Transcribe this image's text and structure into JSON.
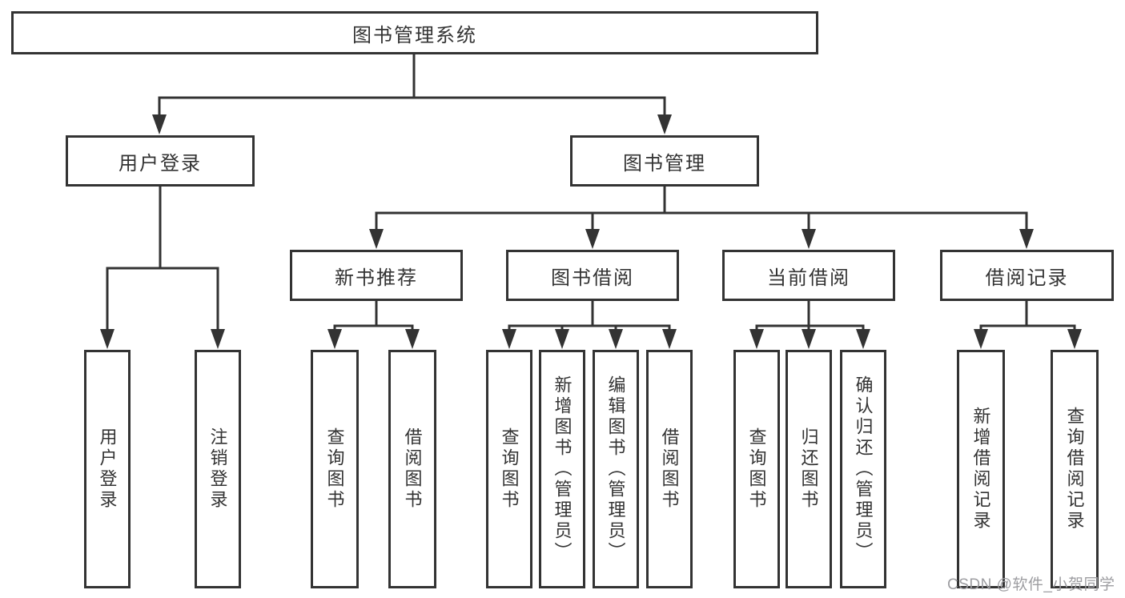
{
  "diagram": {
    "root": {
      "label": "图书管理系统",
      "children": [
        {
          "label": "用户登录",
          "children": [
            {
              "label": "用户登录"
            },
            {
              "label": "注销登录"
            }
          ]
        },
        {
          "label": "图书管理",
          "children": [
            {
              "label": "新书推荐",
              "children": [
                {
                  "label": "查询图书"
                },
                {
                  "label": "借阅图书"
                }
              ]
            },
            {
              "label": "图书借阅",
              "children": [
                {
                  "label": "查询图书"
                },
                {
                  "label": "新增图书（管理员）"
                },
                {
                  "label": "编辑图书（管理员）"
                },
                {
                  "label": "借阅图书"
                }
              ]
            },
            {
              "label": "当前借阅",
              "children": [
                {
                  "label": "查询图书"
                },
                {
                  "label": "归还图书"
                },
                {
                  "label": "确认归还（管理员）"
                }
              ]
            },
            {
              "label": "借阅记录",
              "children": [
                {
                  "label": "新增借阅记录"
                },
                {
                  "label": "查询借阅记录"
                }
              ]
            }
          ]
        }
      ]
    }
  },
  "watermark": {
    "text": "CSDN @软件_小贺同学"
  },
  "colors": {
    "line": "#333333",
    "text": "#333333",
    "box_bg": "#ffffff",
    "background": "#ffffff",
    "watermark": "#9d9da1"
  }
}
